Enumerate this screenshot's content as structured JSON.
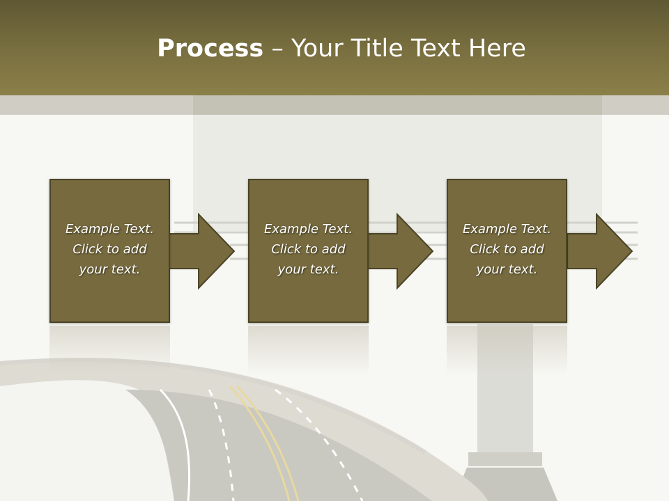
{
  "header": {
    "title_bold": "Process",
    "title_rest": " – Your Title Text Here"
  },
  "steps": [
    {
      "lines": [
        "Example Text.",
        "Click  to add",
        "your text."
      ]
    },
    {
      "lines": [
        "Example Text.",
        "Click  to add",
        "your text."
      ]
    },
    {
      "lines": [
        "Example Text.",
        "Click  to add",
        "your text."
      ]
    }
  ],
  "colors": {
    "header": "#7a7040",
    "box_fill": "#766a3e",
    "box_border": "#4b4426",
    "text": "#ffffff"
  }
}
